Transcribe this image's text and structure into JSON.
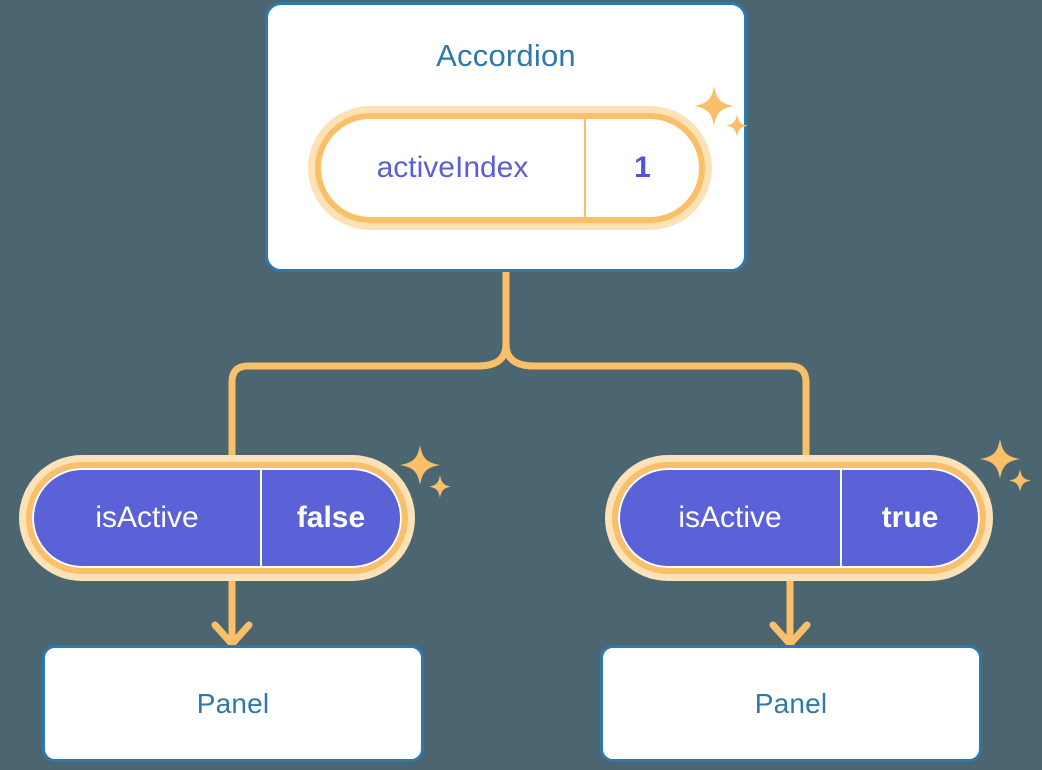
{
  "theme": {
    "background": "#4c6671",
    "card_border": "#2d79ab",
    "card_title_text": "#2d79ab",
    "card_fill": "#ffffff",
    "accent_orange": "#f9c069",
    "accent_orange_glow": "#fde2b8",
    "state_purple": "#5b61d6",
    "state_purple_text": "#5b5fd6",
    "state_value_text": "#4f55d8",
    "pill_text_light": "#ffffff"
  },
  "diagram": {
    "root": {
      "title": "Accordion",
      "state": {
        "key": "activeIndex",
        "value": "1",
        "style": "light"
      },
      "sparkle_icon": "sparkles-icon"
    },
    "children": [
      {
        "branch": "left",
        "state": {
          "key": "isActive",
          "value": "false",
          "style": "solid"
        },
        "sparkle_icon": "sparkles-icon",
        "arrow_icon": "arrow-down-icon",
        "panel": {
          "title": "Panel"
        }
      },
      {
        "branch": "right",
        "state": {
          "key": "isActive",
          "value": "true",
          "style": "solid"
        },
        "sparkle_icon": "sparkles-icon",
        "arrow_icon": "arrow-down-icon",
        "panel": {
          "title": "Panel"
        }
      }
    ],
    "connectors": {
      "type": "tree-bracket",
      "color": "#f9c069",
      "stroke_width": 7
    }
  }
}
